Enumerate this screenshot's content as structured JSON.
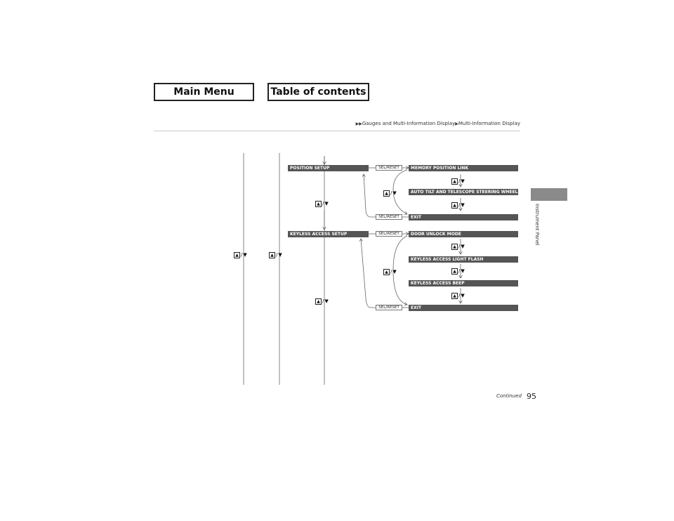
{
  "nav": {
    "main_menu": "Main Menu",
    "toc": "Table of contents"
  },
  "breadcrumb": {
    "part1": "Gauges and Multi-Information Display",
    "part2": "Multi-Information Display"
  },
  "side_tab": {
    "label": "Instrument Panel"
  },
  "footer": {
    "continued": "Continued",
    "page": "95"
  },
  "diagram": {
    "position_setup": "POSITION SETUP",
    "keyless_access_setup": "KEYLESS ACCESS SETUP",
    "memory_position_link": "MEMORY POSITION LINK",
    "auto_tilt": "AUTO TILT AND TELESCOPE STEERING WHEEL",
    "exit": "EXIT",
    "door_unlock_mode": "DOOR UNLOCK MODE",
    "keyless_light_flash": "KEYLESS ACCESS LIGHT FLASH",
    "keyless_beep": "KEYLESS ACCESS BEEP",
    "sel_reset": "SEL/RESET",
    "arrow_sep": "/",
    "up_glyph": "▲",
    "down_glyph": "▼"
  }
}
